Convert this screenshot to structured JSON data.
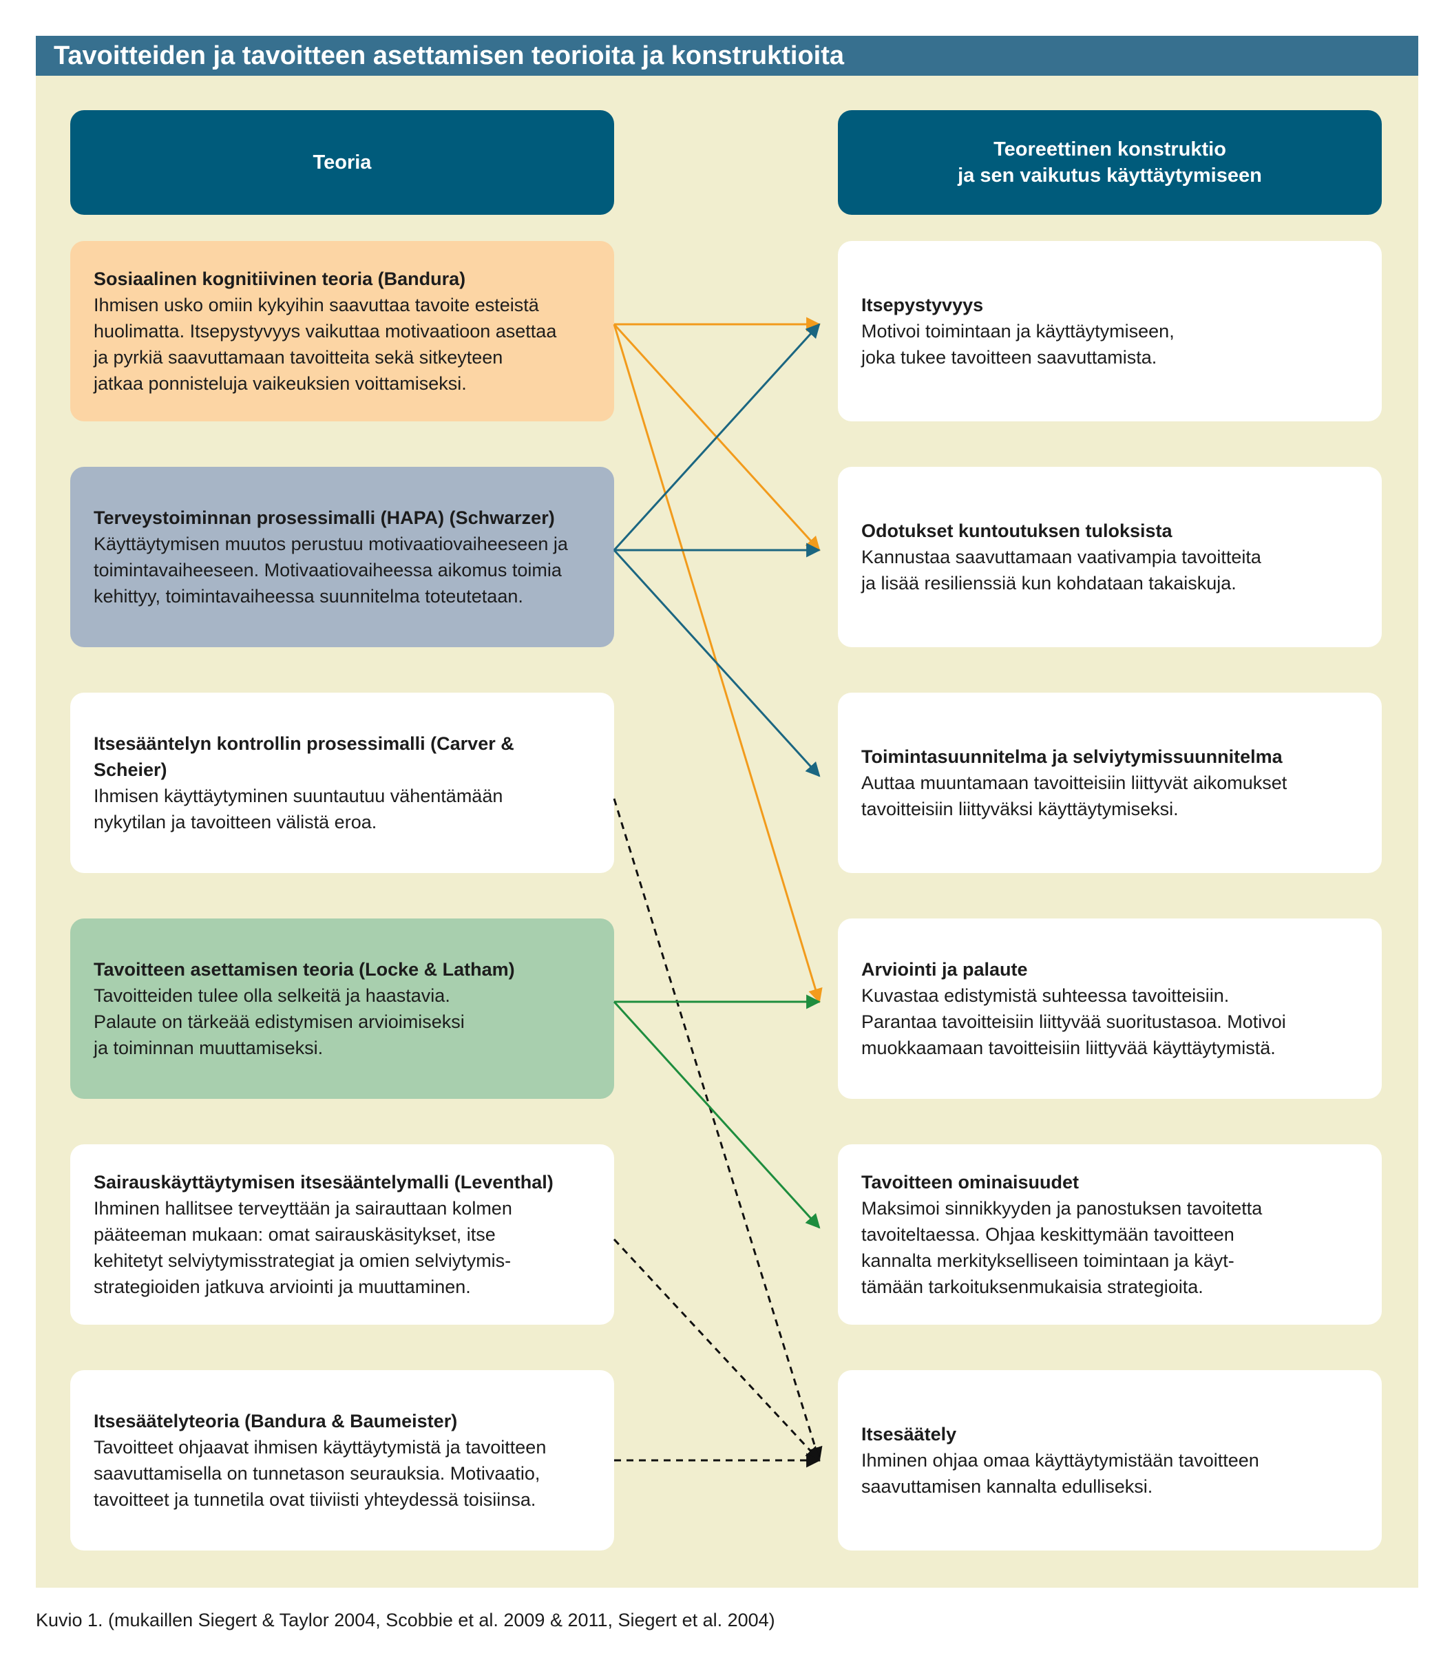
{
  "title": "Tavoitteiden ja tavoitteen asettamisen teorioita ja konstruktioita",
  "headers": {
    "left": "Teoria",
    "right_line1": "Teoreettinen konstruktio",
    "right_line2": "ja sen vaikutus käyttäytymiseen"
  },
  "colors": {
    "title_bar": "#37708f",
    "panel_bg": "#f1eecf",
    "header_bg": "#005b7b",
    "orange_box": "#fcd5a4",
    "blue_box": "#a7b5c6",
    "green_box": "#a8cfae",
    "white_box": "#ffffff",
    "orange_arrow": "#f29b1c",
    "blue_arrow": "#1b6681",
    "green_arrow": "#1e8d3e",
    "dashed_arrow": "#111111"
  },
  "theories": [
    {
      "id": "t1",
      "title": "Sosiaalinen kognitiivinen teoria (Bandura)",
      "text": "Ihmisen usko omiin kykyihin saavuttaa tavoite esteistä\nhuolimatta. Itsepystyvyys vaikuttaa motivaatioon asettaa\nja pyrkiä saavuttamaan tavoitteita sekä sitkeyteen\njatkaa ponnisteluja vaikeuksien voittamiseksi.",
      "color": "orange"
    },
    {
      "id": "t2",
      "title": "Terveystoiminnan prosessimalli (HAPA) (Schwarzer)",
      "text": "Käyttäytymisen muutos perustuu motivaatiovaiheeseen ja\ntoimintavaiheeseen. Motivaatiovaiheessa aikomus toimia\nkehittyy, toimintavaiheessa suunnitelma toteutetaan.",
      "color": "blue"
    },
    {
      "id": "t3",
      "title": "Itsesääntelyn kontrollin prosessimalli (Carver & Scheier)",
      "text": "Ihmisen käyttäytyminen suuntautuu vähentämään\nnykytilan ja tavoitteen välistä eroa.",
      "color": "white"
    },
    {
      "id": "t4",
      "title": "Tavoitteen asettamisen teoria (Locke & Latham)",
      "text": "Tavoitteiden tulee olla selkeitä ja haastavia.\nPalaute on tärkeää edistymisen arvioimiseksi\nja toiminnan muuttamiseksi.",
      "color": "green"
    },
    {
      "id": "t5",
      "title": "Sairauskäyttäytymisen itsesääntelymalli (Leventhal)",
      "text": "Ihminen hallitsee terveyttään ja sairauttaan kolmen\npääteeman mukaan: omat sairauskäsitykset, itse\nkehitetyt selviytymisstrategiat ja omien selviytymis-\nstrategioiden jatkuva arviointi ja muuttaminen.",
      "color": "white"
    },
    {
      "id": "t6",
      "title": "Itsesäätelyteoria (Bandura & Baumeister)",
      "text": "Tavoitteet ohjaavat ihmisen käyttäytymistä ja tavoitteen\nsaavuttamisella on tunnetason seurauksia. Motivaatio,\ntavoitteet ja tunnetila ovat tiiviisti yhteydessä toisiinsa.",
      "color": "white"
    }
  ],
  "constructs": [
    {
      "id": "c1",
      "title": "Itsepystyvyys",
      "text": "Motivoi toimintaan ja käyttäytymiseen,\njoka tukee tavoitteen saavuttamista."
    },
    {
      "id": "c2",
      "title": "Odotukset kuntoutuksen tuloksista",
      "text": "Kannustaa saavuttamaan vaativampia tavoitteita\nja lisää resilienssiä kun kohdataan takaiskuja."
    },
    {
      "id": "c3",
      "title": "Toimintasuunnitelma ja selviytymissuunnitelma",
      "text": "Auttaa muuntamaan tavoitteisiin liittyvät aikomukset\ntavoitteisiin liittyväksi käyttäytymiseksi."
    },
    {
      "id": "c4",
      "title": "Arviointi ja palaute",
      "text": "Kuvastaa edistymistä suhteessa tavoitteisiin.\nParantaa tavoitteisiin liittyvää suoritustasoa. Motivoi\nmuokkaamaan tavoitteisiin liittyvää käyttäytymistä."
    },
    {
      "id": "c5",
      "title": "Tavoitteen ominaisuudet",
      "text": "Maksimoi sinnikkyyden ja panostuksen tavoitetta\ntavoiteltaessa. Ohjaa keskittymään tavoitteen\nkannalta merkitykselliseen toimintaan ja käyt-\ntämään tarkoituksenmukaisia strategioita."
    },
    {
      "id": "c6",
      "title": "Itsesäätely",
      "text": "Ihminen ohjaa omaa käyttäytymistään tavoitteen\nsaavuttamisen kannalta edulliseksi."
    }
  ],
  "connections": [
    {
      "from": "t1",
      "to": "c1",
      "style": "orange"
    },
    {
      "from": "t1",
      "to": "c2",
      "style": "orange"
    },
    {
      "from": "t1",
      "to": "c4",
      "style": "orange"
    },
    {
      "from": "t2",
      "to": "c1",
      "style": "blue"
    },
    {
      "from": "t2",
      "to": "c2",
      "style": "blue"
    },
    {
      "from": "t2",
      "to": "c3",
      "style": "blue"
    },
    {
      "from": "t3",
      "to": "c6",
      "style": "dashed"
    },
    {
      "from": "t4",
      "to": "c4",
      "style": "green"
    },
    {
      "from": "t4",
      "to": "c5",
      "style": "green"
    },
    {
      "from": "t5",
      "to": "c6",
      "style": "dashed"
    },
    {
      "from": "t6",
      "to": "c6",
      "style": "dashed"
    }
  ],
  "caption": "Kuvio 1. (mukaillen Siegert & Taylor 2004, Scobbie et al. 2009 & 2011, Siegert et al. 2004)"
}
